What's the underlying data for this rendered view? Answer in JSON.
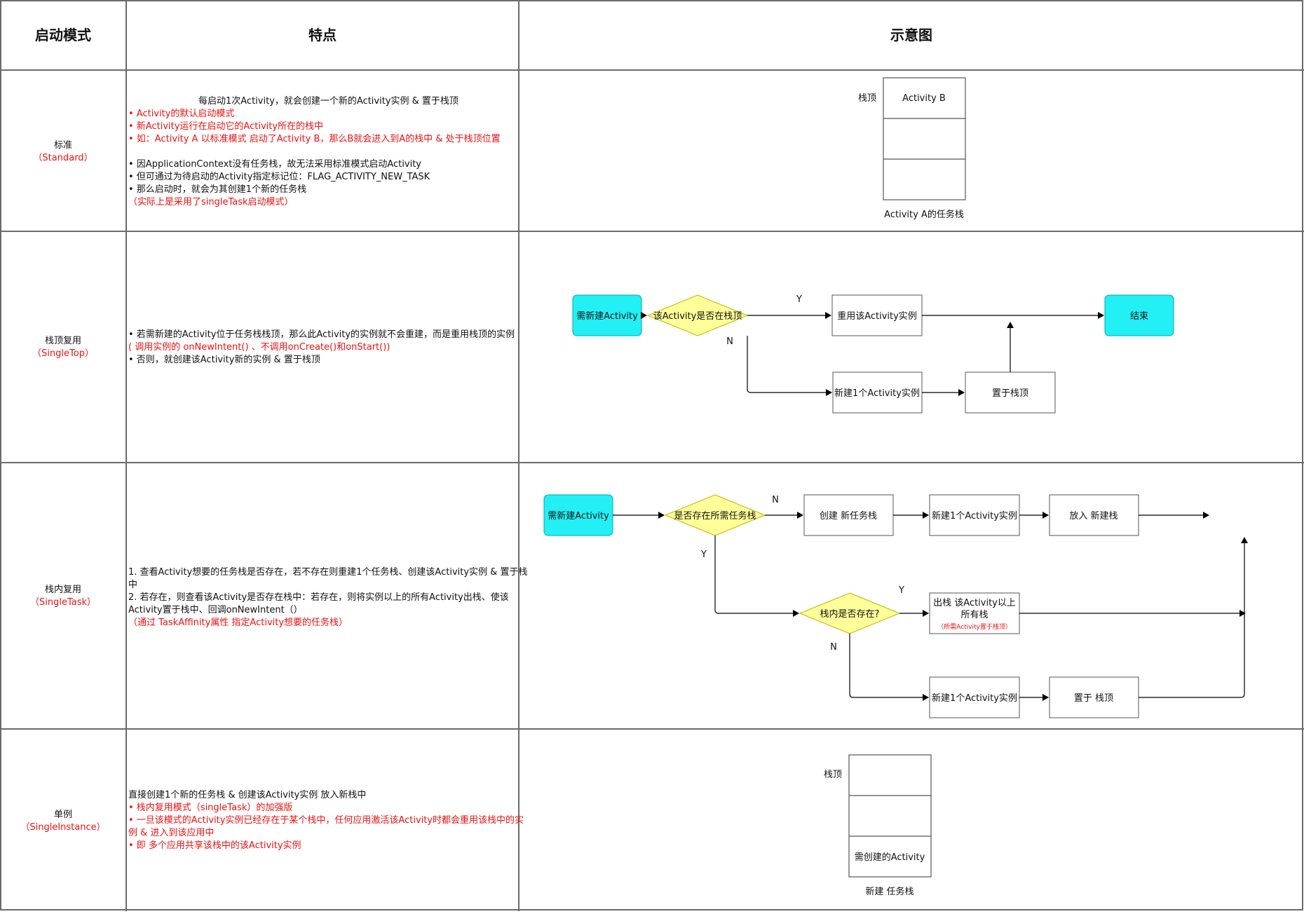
{
  "header": {
    "col1": "启动模式",
    "col2": "特点",
    "col3": "示意图"
  },
  "colors": {
    "grid": "#6b6b6b",
    "red": "#ee1111",
    "cyan": "#22f0f5",
    "diamond": "#ffff99",
    "diamond_stroke": "#b8b800"
  },
  "rows": [
    {
      "mode_name": "标准",
      "mode_en": "（Standard）",
      "desc_lines": [
        {
          "text": "每启动1次Activity，就会创建一个新的Activity实例 & 置于栈顶",
          "color": "black",
          "indent": 100
        },
        {
          "text": "• Activity的默认启动模式",
          "color": "red"
        },
        {
          "text": "• 新Activity运行在启动它的Activity所在的栈中",
          "color": "red"
        },
        {
          "text": "• 如：Activity A 以标准模式 启动了Activity B，那么B就会进入到A的栈中 & 处于栈顶位置",
          "color": "red"
        },
        {
          "text": "",
          "color": "black"
        },
        {
          "text": "• 因ApplicationContext没有任务栈，故无法采用标准模式启动Activity",
          "color": "black"
        },
        {
          "text": "• 但可通过为待启动的Activity指定标记位：FLAG_ACTIVITY_NEW_TASK",
          "color": "black"
        },
        {
          "text": "• 那么启动时，就会为其创建1个新的任务栈",
          "color": "black"
        },
        {
          "text": "（实际上是采用了singleTask启动模式）",
          "color": "red"
        }
      ],
      "diagram": {
        "top_label": "栈顶",
        "slots": [
          "Activity B",
          "",
          ""
        ],
        "caption": "Activity A的任务栈"
      }
    },
    {
      "mode_name": "栈顶复用",
      "mode_en": "（SingleTop）",
      "desc_lines": [
        {
          "text": "• 若需新建的Activity位于任务栈栈顶，那么此Activity的实例就不会重建，而是重用栈顶的实例",
          "color": "black"
        },
        {
          "text": "( 调用实例的 onNewIntent() 、不调用onCreate()和onStart())",
          "color": "red"
        },
        {
          "text": "• 否则，就创建该Activity新的实例 & 置于栈顶",
          "color": "black"
        }
      ],
      "flow": {
        "start": "需新建Activity",
        "decision": "该Activity是否在栈顶",
        "yes": "Y",
        "no": "N",
        "reuse": "重用该Activity实例",
        "end": "结束",
        "new_instance": "新建1个Activity实例",
        "push_top": "置于栈顶"
      }
    },
    {
      "mode_name": "栈内复用",
      "mode_en": "（SingleTask）",
      "desc_lines": [
        {
          "text": "1. 查看Activity想要的任务栈是否存在，若不存在则重建1个任务栈、创建该Activity实例 & 置于栈",
          "color": "black"
        },
        {
          "text": "中",
          "color": "black"
        },
        {
          "text": "2. 若存在，则查看该Activity是否存在栈中：若存在，则将实例以上的所有Activity出栈、使该",
          "color": "black"
        },
        {
          "text": "Activity置于栈中、回调onNewIntent（）",
          "color": "black"
        },
        {
          "text": "（通过 TaskAffinity属性 指定Activity想要的任务栈）",
          "color": "red"
        }
      ],
      "flow": {
        "start": "需新建Activity",
        "decision1": "是否存在所需任务栈",
        "n1": "N",
        "y1": "Y",
        "create_stack": "创建 新任务栈",
        "new_instance_a": "新建1个Activity实例",
        "put_new_stack": "放入 新建栈",
        "decision2": "栈内是否存在?",
        "y2": "Y",
        "n2": "N",
        "pop_line1": "出栈 该Activity以上",
        "pop_line2": "所有栈",
        "pop_note": "（所需Activity置于栈顶）",
        "new_instance_b": "新建1个Activity实例",
        "push_top": "置于 栈顶"
      }
    },
    {
      "mode_name": "单例",
      "mode_en": "（SingleInstance）",
      "desc_lines": [
        {
          "text": "直接创建1个新的任务栈 & 创建该Activity实例 放入新栈中",
          "color": "black"
        },
        {
          "text": "• 栈内复用模式（singleTask）的加强版",
          "color": "red"
        },
        {
          "text": "• 一旦该模式的Activity实例已经存在于某个栈中，任何应用激活该Activity时都会重用该栈中的实",
          "color": "red"
        },
        {
          "text": "例 & 进入到该应用中",
          "color": "red"
        },
        {
          "text": "• 即 多个应用共享该栈中的该Activity实例",
          "color": "red"
        }
      ],
      "diagram": {
        "top_label": "栈顶",
        "slots": [
          "",
          "",
          "需创建的Activity"
        ],
        "caption": "新建 任务栈"
      }
    }
  ]
}
